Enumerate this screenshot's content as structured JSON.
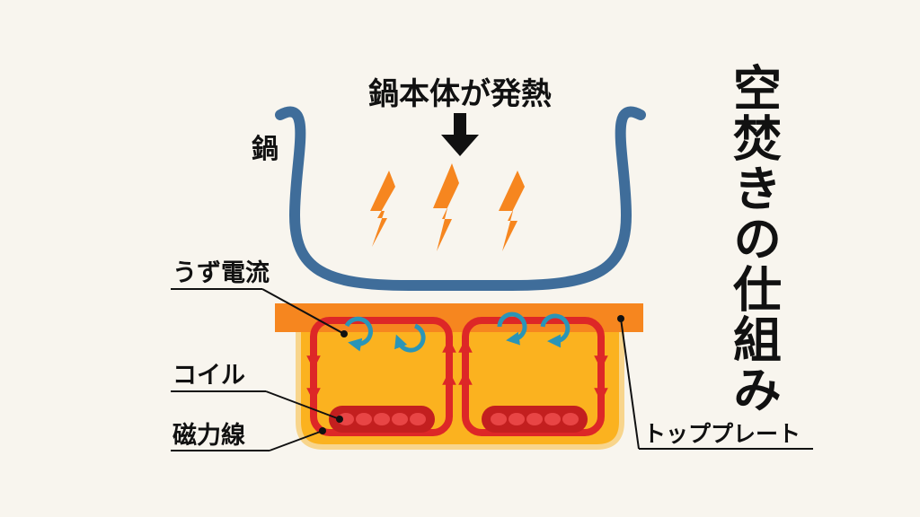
{
  "title": "空焚きの仕組み",
  "labels": {
    "heat": "鍋本体が発熱",
    "pot": "鍋",
    "eddy_current": "うず電流",
    "coil": "コイル",
    "magnetic_flux": "磁力線",
    "top_plate": "トッププレート"
  },
  "colors": {
    "background": "#f8f5ee",
    "pot": "#3f6d9a",
    "heat_bolt": "#f6861f",
    "top_plate": "#f6861f",
    "housing": "#fbb21f",
    "housing_edge": "#f8d58c",
    "flux_loop": "#dd2727",
    "coil": "#c31f1f",
    "coil_turn": "#e84545",
    "eddy_arrow": "#2a95b7",
    "text": "#111111"
  }
}
